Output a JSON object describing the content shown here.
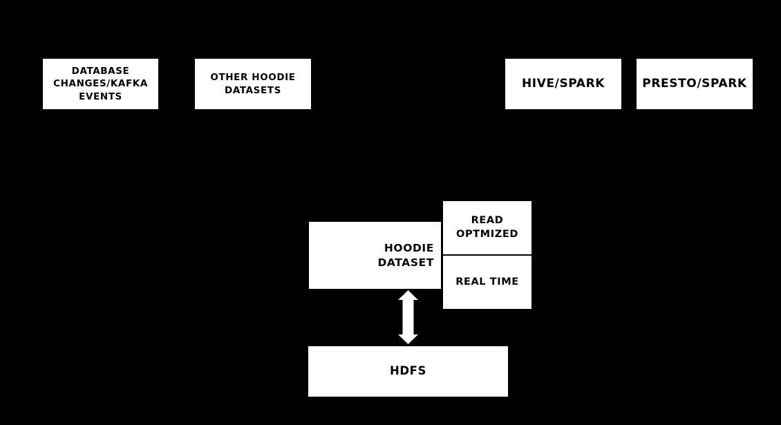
{
  "diagram": {
    "colors": {
      "background": "#000000",
      "node_fill": "#ffffff",
      "node_text": "#000000",
      "arrow": "#ffffff"
    },
    "nodes": {
      "database_changes_kafka_events": {
        "label": "DATABASE\nCHANGES/KAFKA\nEVENTS"
      },
      "other_hoodie_datasets": {
        "label": "OTHER HOODIE\nDATASETS"
      },
      "hive_spark": {
        "label": "HIVE/SPARK"
      },
      "presto_spark": {
        "label": "PRESTO/SPARK"
      },
      "hoodie_dataset": {
        "label": "HOODIE\nDATASET"
      },
      "read_optmized": {
        "label": "READ\nOPTMIZED"
      },
      "real_time": {
        "label": "REAL TIME"
      },
      "hdfs": {
        "label": "HDFS"
      }
    },
    "arrow": {
      "icon": "double-headed-vertical-arrow",
      "color": "#ffffff"
    }
  }
}
